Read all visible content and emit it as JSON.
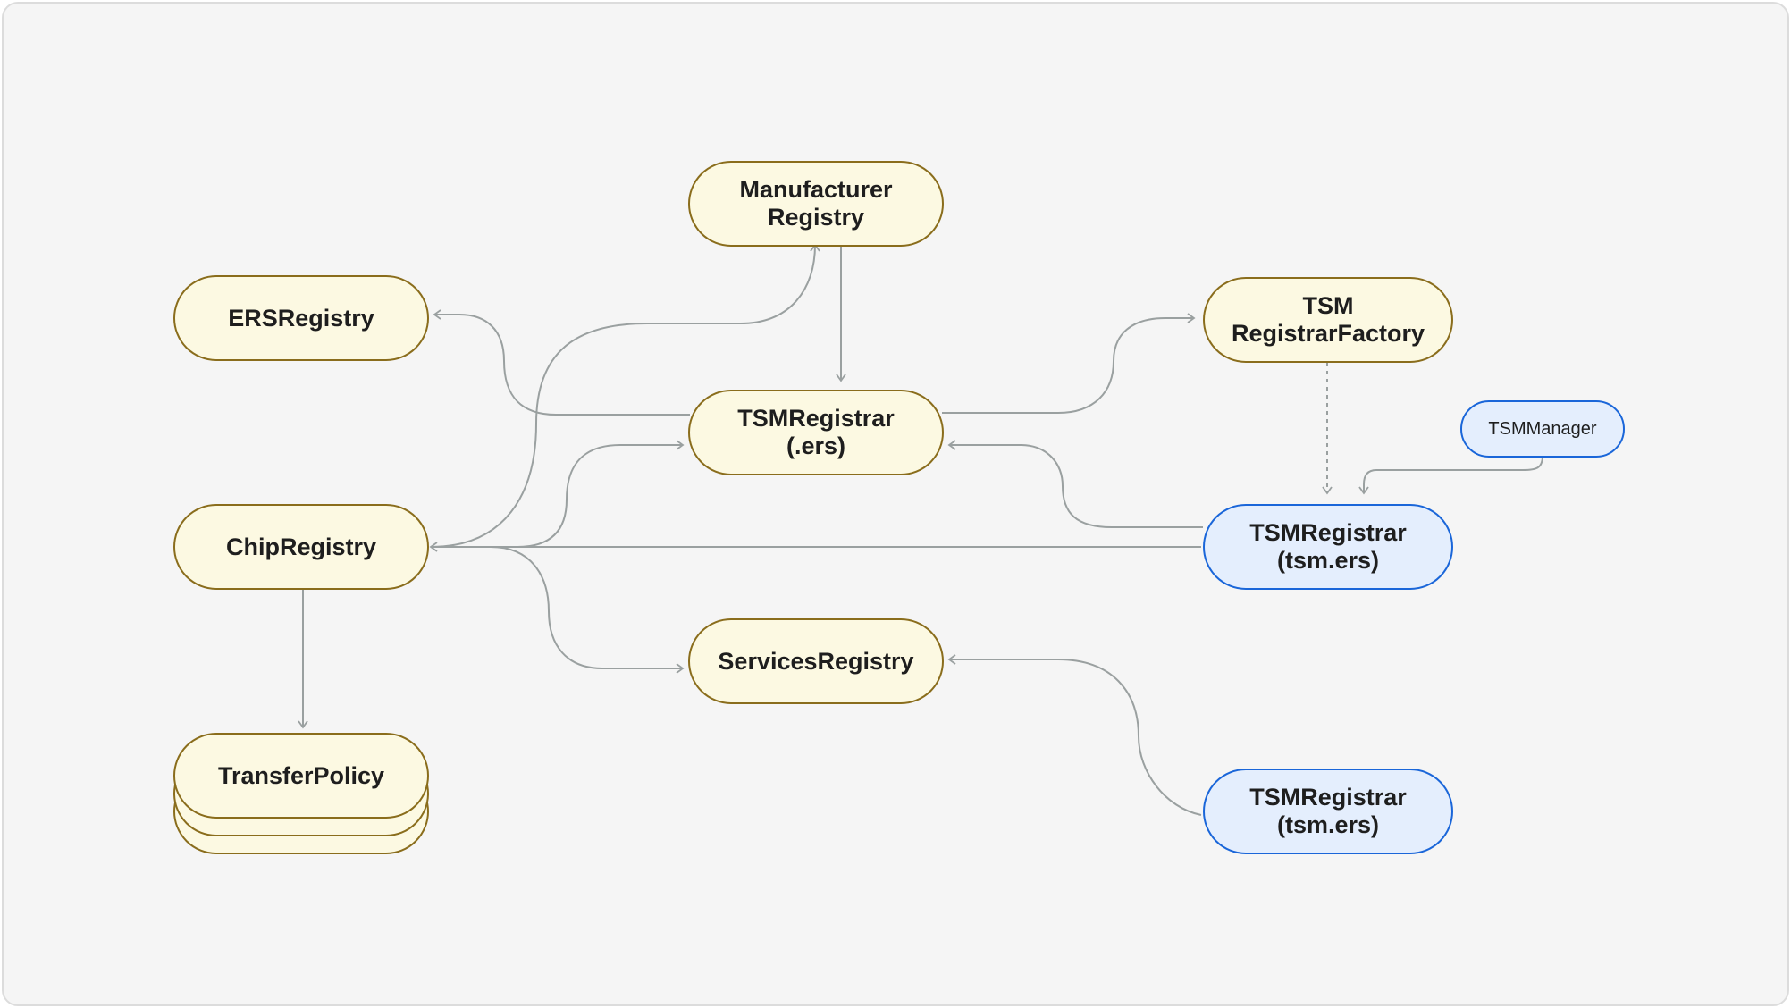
{
  "nodes": {
    "manufacturer_registry": "Manufacturer\nRegistry",
    "ers_registry": "ERSRegistry",
    "tsm_registrar_factory": "TSM\nRegistrarFactory",
    "tsm_registrar_ers": "TSMRegistrar\n(.ers)",
    "tsm_manager": "TSMManager",
    "chip_registry": "ChipRegistry",
    "tsm_registrar_tsm_ers_1": "TSMRegistrar\n(tsm.ers)",
    "services_registry": "ServicesRegistry",
    "transfer_policy": "TransferPolicy",
    "tsm_registrar_tsm_ers_2": "TSMRegistrar\n(tsm.ers)"
  },
  "colors": {
    "yellow_fill": "#fcf9e2",
    "yellow_border": "#8a6d1c",
    "blue_fill": "#e4eefd",
    "blue_border": "#1a66d9",
    "edge": "#9aa0a0"
  }
}
